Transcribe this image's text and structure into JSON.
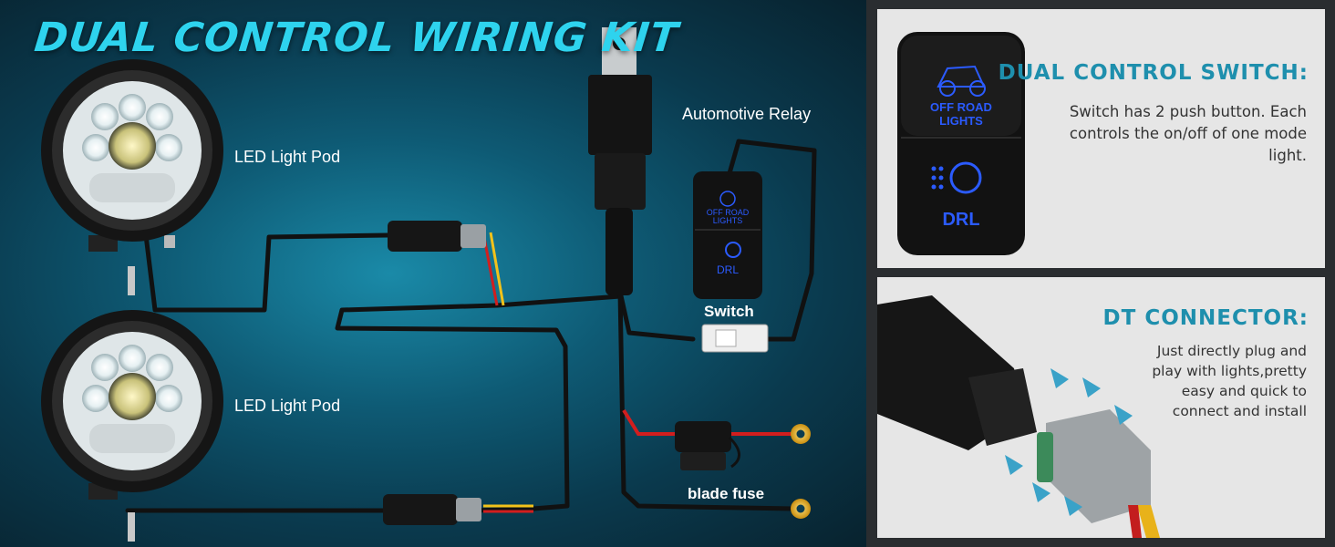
{
  "main_title": "DUAL CONTROL WIRING KIT",
  "labels": {
    "led_pod_top": "LED Light Pod",
    "led_pod_bottom": "LED Light Pod",
    "relay": "Automotive Relay",
    "switch": "Switch",
    "fuse": "blade fuse"
  },
  "switch_face": {
    "line1": "OFF ROAD",
    "line2": "LIGHTS",
    "mode": "DRL"
  },
  "panel_switch": {
    "title": "DUAL CONTROL SWITCH:",
    "text_lines": [
      "Switch has 2 push button. Each",
      "controls the on/off of one mode",
      "light."
    ]
  },
  "panel_connector": {
    "title": "DT CONNECTOR:",
    "text_lines": [
      "Just directly plug and",
      "play with lights,pretty",
      "easy and quick to",
      "connect and install"
    ]
  },
  "colors": {
    "title_cyan": "#2ed3ee",
    "panel_title": "#1e8fad",
    "switch_glow": "#2b5bff",
    "wire_red": "#d21e1e",
    "wire_yellow": "#f2c21a",
    "terminal_gold": "#e8b21a"
  }
}
